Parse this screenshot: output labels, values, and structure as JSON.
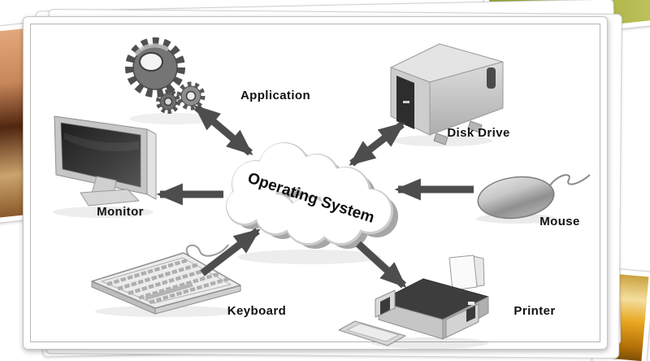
{
  "diagram": {
    "center": {
      "label": "Operating System",
      "shape": "cloud"
    },
    "nodes": [
      {
        "id": "application",
        "label": "Application",
        "icon": "gears-icon",
        "connection": "bidirectional"
      },
      {
        "id": "disk-drive",
        "label": "Disk Drive",
        "icon": "disk-drive-icon",
        "connection": "bidirectional"
      },
      {
        "id": "monitor",
        "label": "Monitor",
        "icon": "monitor-icon",
        "connection": "os-to-device"
      },
      {
        "id": "mouse",
        "label": "Mouse",
        "icon": "mouse-icon",
        "connection": "device-to-os"
      },
      {
        "id": "keyboard",
        "label": "Keyboard",
        "icon": "keyboard-icon",
        "connection": "device-to-os"
      },
      {
        "id": "printer",
        "label": "Printer",
        "icon": "printer-icon",
        "connection": "os-to-device"
      }
    ],
    "colors": {
      "arrow": "#4d4d4d",
      "label_text": "#111111",
      "cloud_fill": "#ffffff",
      "cloud_edge": "#a6a6a6"
    }
  }
}
